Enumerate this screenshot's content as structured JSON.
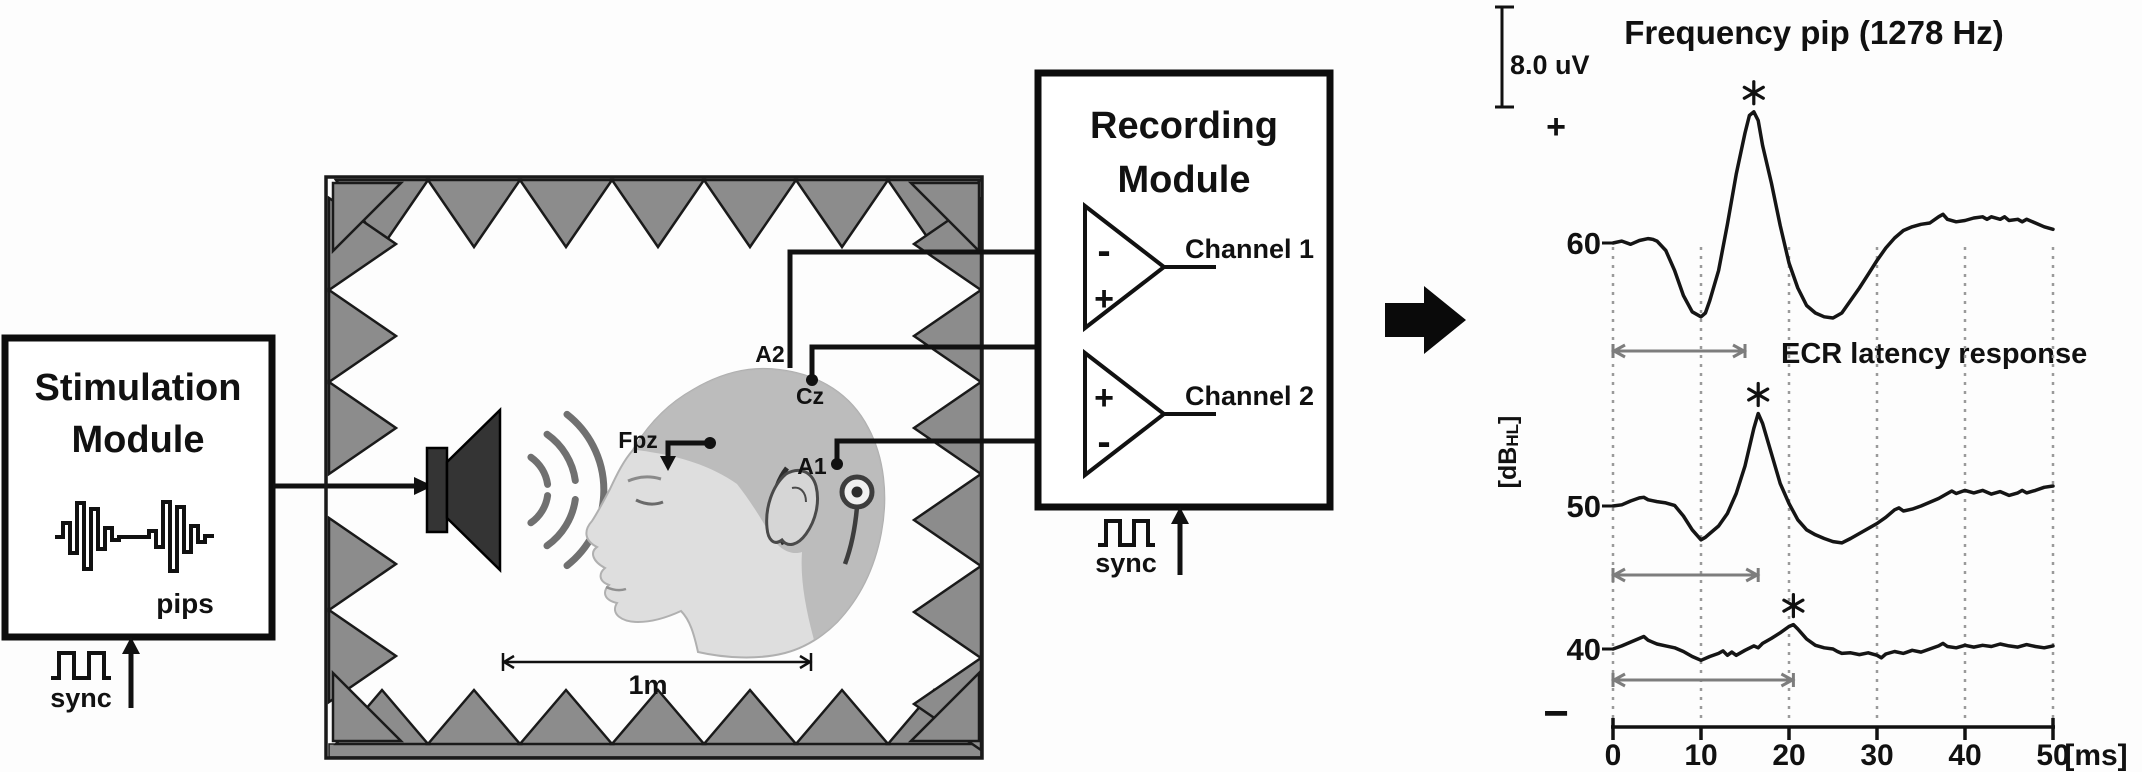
{
  "figure": {
    "stimulation_module": {
      "title_line1": "Stimulation",
      "title_line2": "Module",
      "waveform_label": "pips",
      "sync_label": "sync"
    },
    "chamber": {
      "distance_label": "1m"
    },
    "electrodes": {
      "fpz": "Fpz",
      "a2": "A2",
      "cz": "Cz",
      "a1": "A1"
    },
    "recording_module": {
      "title_line1": "Recording",
      "title_line2": "Module",
      "sync_label": "sync",
      "channels": [
        {
          "label": "Channel 1",
          "top_input": "-",
          "bottom_input": "+"
        },
        {
          "label": "Channel 2",
          "top_input": "+",
          "bottom_input": "-"
        }
      ]
    }
  },
  "colors": {
    "trace": "#151515",
    "gridline": "#9a9a9a",
    "latency_arrow": "#7d7d7d",
    "wedge_fill": "#8c8c8c",
    "wedge_stroke": "#1a1a1a",
    "speaker_fill": "#343434",
    "sound_arc": "#707070",
    "wire": "#111111",
    "head_skin": "#dedede",
    "head_cap": "#b9b9b9"
  },
  "chart_data": {
    "type": "line",
    "title": "Frequency pip (1278 Hz)",
    "xlabel": "[ms]",
    "ylabel": "[dBHL]",
    "ylabel_parts": [
      "[dB",
      "HL",
      "]"
    ],
    "scale_bar": "8.0 uV",
    "polarity_positive": "+",
    "polarity_negative": "−",
    "annotation": "ECR latency response",
    "grid": true,
    "gridline_style": "dotted-vertical",
    "xlim": [
      0,
      50
    ],
    "x_ticks": [
      0,
      10,
      20,
      30,
      40,
      50
    ],
    "x_unit": "ms",
    "amplitude_unit": "uV",
    "series": [
      {
        "name": "60",
        "level_dbhl": 60,
        "peak_marker": "*",
        "peak_ms": 16,
        "latency_span_ms": [
          0,
          15
        ],
        "points": [
          [
            0,
            0
          ],
          [
            1,
            0.15
          ],
          [
            2,
            -0.1
          ],
          [
            3,
            0.2
          ],
          [
            4,
            0.35
          ],
          [
            4.5,
            0.3
          ],
          [
            5,
            0.15
          ],
          [
            6,
            -0.6
          ],
          [
            7,
            -2.2
          ],
          [
            8,
            -4.2
          ],
          [
            9,
            -5.5
          ],
          [
            10,
            -5.9
          ],
          [
            10.5,
            -5.6
          ],
          [
            11,
            -4.6
          ],
          [
            12,
            -2.2
          ],
          [
            13,
            1.5
          ],
          [
            14,
            5.5
          ],
          [
            15,
            8.8
          ],
          [
            15.5,
            10.2
          ],
          [
            16,
            10.5
          ],
          [
            16.5,
            9.8
          ],
          [
            17,
            7.8
          ],
          [
            18,
            4.8
          ],
          [
            19,
            1.4
          ],
          [
            20,
            -1.6
          ],
          [
            21,
            -3.6
          ],
          [
            22,
            -5.0
          ],
          [
            23,
            -5.6
          ],
          [
            24,
            -5.9
          ],
          [
            25,
            -6.0
          ],
          [
            26,
            -5.6
          ],
          [
            27,
            -4.6
          ],
          [
            28,
            -3.6
          ],
          [
            29,
            -2.5
          ],
          [
            30,
            -1.4
          ],
          [
            31,
            -0.4
          ],
          [
            32,
            0.4
          ],
          [
            33,
            1.0
          ],
          [
            34,
            1.3
          ],
          [
            35,
            1.5
          ],
          [
            36,
            1.6
          ],
          [
            37,
            2.1
          ],
          [
            37.5,
            2.3
          ],
          [
            38,
            1.9
          ],
          [
            39,
            1.7
          ],
          [
            40,
            1.8
          ],
          [
            41,
            2.0
          ],
          [
            42,
            2.1
          ],
          [
            42.5,
            1.9
          ],
          [
            43,
            2.1
          ],
          [
            44,
            1.9
          ],
          [
            44.5,
            2.1
          ],
          [
            45,
            1.8
          ],
          [
            46,
            1.9
          ],
          [
            46.5,
            1.7
          ],
          [
            47,
            1.9
          ],
          [
            48,
            1.6
          ],
          [
            49,
            1.3
          ],
          [
            50,
            1.1
          ]
        ]
      },
      {
        "name": "50",
        "level_dbhl": 50,
        "peak_marker": "*",
        "peak_ms": 16.5,
        "latency_span_ms": [
          0,
          16.5
        ],
        "points": [
          [
            0,
            0
          ],
          [
            1,
            0.1
          ],
          [
            2,
            0.4
          ],
          [
            3,
            0.65
          ],
          [
            3.5,
            0.7
          ],
          [
            4,
            0.5
          ],
          [
            5,
            0.35
          ],
          [
            6,
            0.25
          ],
          [
            7,
            0.05
          ],
          [
            8,
            -0.8
          ],
          [
            9,
            -1.9
          ],
          [
            10,
            -2.7
          ],
          [
            10.5,
            -2.5
          ],
          [
            11,
            -2.2
          ],
          [
            12,
            -1.6
          ],
          [
            13,
            -0.6
          ],
          [
            14,
            1.0
          ],
          [
            15,
            3.2
          ],
          [
            16,
            6.2
          ],
          [
            16.5,
            7.4
          ],
          [
            17,
            6.6
          ],
          [
            18,
            4.2
          ],
          [
            19,
            1.8
          ],
          [
            20,
            0.2
          ],
          [
            21,
            -1.1
          ],
          [
            22,
            -1.9
          ],
          [
            23,
            -2.3
          ],
          [
            24,
            -2.6
          ],
          [
            25,
            -2.85
          ],
          [
            26,
            -2.95
          ],
          [
            27,
            -2.6
          ],
          [
            28,
            -2.2
          ],
          [
            29,
            -1.8
          ],
          [
            30,
            -1.4
          ],
          [
            31,
            -0.9
          ],
          [
            32,
            -0.3
          ],
          [
            32.5,
            -0.15
          ],
          [
            33,
            -0.4
          ],
          [
            34,
            -0.25
          ],
          [
            35,
            0.0
          ],
          [
            36,
            0.3
          ],
          [
            37,
            0.6
          ],
          [
            38,
            1.0
          ],
          [
            38.5,
            1.2
          ],
          [
            39,
            1.0
          ],
          [
            40,
            1.25
          ],
          [
            41,
            1.05
          ],
          [
            42,
            1.25
          ],
          [
            43,
            0.95
          ],
          [
            44,
            1.15
          ],
          [
            45,
            0.85
          ],
          [
            46,
            1.05
          ],
          [
            46.5,
            1.25
          ],
          [
            47,
            1.05
          ],
          [
            48,
            1.25
          ],
          [
            49,
            1.5
          ],
          [
            50,
            1.6
          ]
        ]
      },
      {
        "name": "40",
        "level_dbhl": 40,
        "peak_marker": "*",
        "peak_ms": 20.5,
        "latency_span_ms": [
          0,
          20.5
        ],
        "points": [
          [
            0,
            0
          ],
          [
            1,
            0.25
          ],
          [
            2,
            0.55
          ],
          [
            3,
            0.85
          ],
          [
            3.5,
            1.0
          ],
          [
            4,
            0.7
          ],
          [
            5,
            0.4
          ],
          [
            6,
            0.25
          ],
          [
            7,
            0.1
          ],
          [
            8,
            -0.2
          ],
          [
            9,
            -0.6
          ],
          [
            10,
            -0.9
          ],
          [
            11,
            -0.6
          ],
          [
            12,
            -0.35
          ],
          [
            12.5,
            -0.15
          ],
          [
            13,
            -0.5
          ],
          [
            13.5,
            -0.25
          ],
          [
            14,
            -0.5
          ],
          [
            15,
            -0.1
          ],
          [
            16,
            0.25
          ],
          [
            16.5,
            0.1
          ],
          [
            17,
            0.45
          ],
          [
            18,
            0.85
          ],
          [
            19,
            1.3
          ],
          [
            20,
            1.8
          ],
          [
            20.5,
            1.95
          ],
          [
            21,
            1.6
          ],
          [
            22,
            0.8
          ],
          [
            23,
            0.3
          ],
          [
            24,
            0.1
          ],
          [
            25,
            0.0
          ],
          [
            25.5,
            -0.2
          ],
          [
            26,
            -0.35
          ],
          [
            27,
            -0.3
          ],
          [
            28,
            -0.45
          ],
          [
            29,
            -0.3
          ],
          [
            30,
            -0.5
          ],
          [
            30.5,
            -0.7
          ],
          [
            31,
            -0.4
          ],
          [
            32,
            -0.2
          ],
          [
            33,
            -0.35
          ],
          [
            34,
            -0.1
          ],
          [
            35,
            -0.25
          ],
          [
            36,
            0.0
          ],
          [
            37,
            0.25
          ],
          [
            37.5,
            0.45
          ],
          [
            38,
            0.2
          ],
          [
            39,
            0.1
          ],
          [
            40,
            0.3
          ],
          [
            41,
            0.15
          ],
          [
            42,
            0.3
          ],
          [
            43,
            0.2
          ],
          [
            44,
            0.4
          ],
          [
            45,
            0.25
          ],
          [
            46,
            0.15
          ],
          [
            47,
            0.35
          ],
          [
            48,
            0.2
          ],
          [
            49,
            0.1
          ],
          [
            50,
            0.25
          ]
        ]
      }
    ]
  }
}
